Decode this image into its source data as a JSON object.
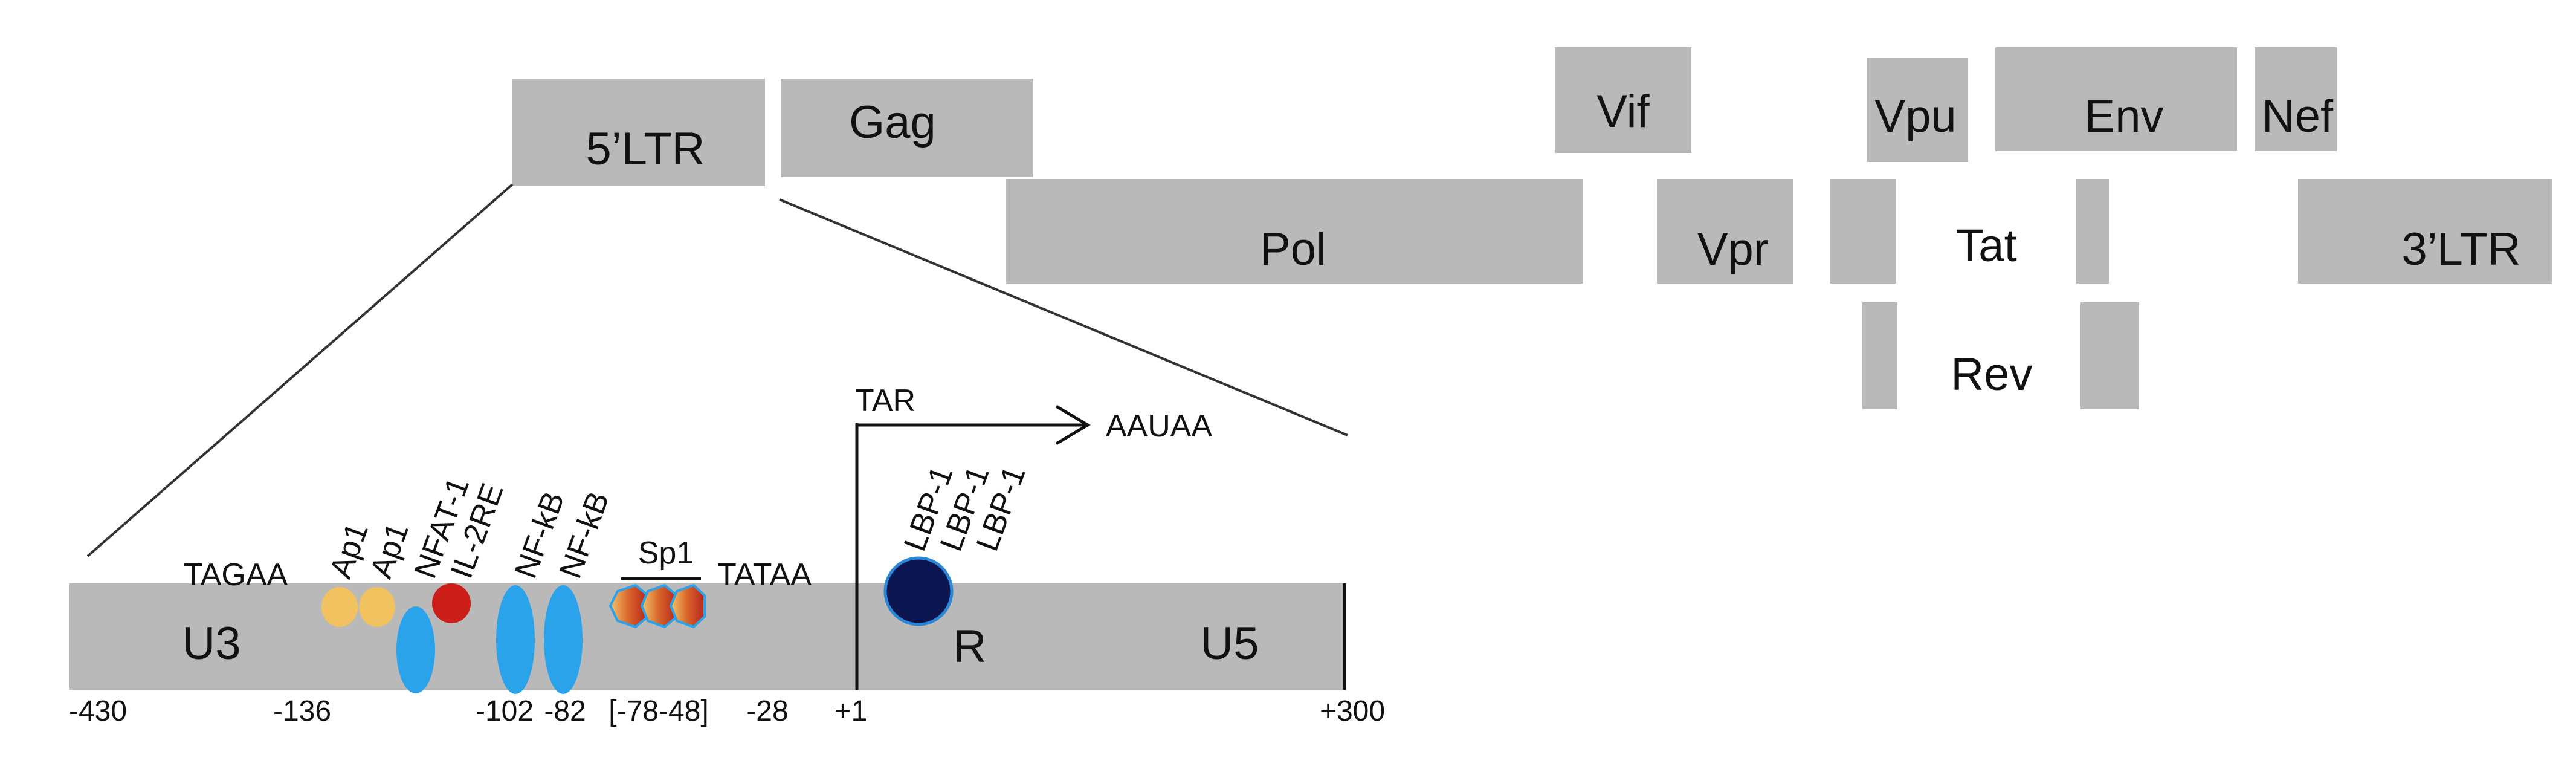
{
  "genome": {
    "genes": [
      {
        "key": "ltr5",
        "label": "5’LTR"
      },
      {
        "key": "gag",
        "label": "Gag"
      },
      {
        "key": "pol",
        "label": "Pol"
      },
      {
        "key": "vif",
        "label": "Vif"
      },
      {
        "key": "vpr",
        "label": "Vpr"
      },
      {
        "key": "vpu",
        "label": "Vpu"
      },
      {
        "key": "tat",
        "label": "Tat"
      },
      {
        "key": "rev",
        "label": "Rev"
      },
      {
        "key": "env",
        "label": "Env"
      },
      {
        "key": "nef",
        "label": "Nef"
      },
      {
        "key": "ltr3",
        "label": "3’LTR"
      }
    ]
  },
  "ltr_detail": {
    "segments": {
      "u3": "U3",
      "r": "R",
      "u5": "U5"
    },
    "positions": [
      "-430",
      "-136",
      "-102",
      "-82",
      "[-78-48]",
      "-28",
      "+1",
      "+300"
    ],
    "motifs": {
      "tagaa": "TAGAA",
      "tataa": "TATAA",
      "tar": "TAR",
      "aauaa": "AAUAA"
    },
    "binding_sites": {
      "ap1_a": "Ap1",
      "ap1_b": "Ap1",
      "nfat1": "NFAT-1",
      "il2re": "IL-2RE",
      "nfkb_a": "NF-kB",
      "nfkb_b": "NF-kB",
      "sp1": "Sp1",
      "lbp1_a": "LBP-1",
      "lbp1_b": "LBP-1",
      "lbp1_c": "LBP-1"
    }
  },
  "colors": {
    "gene_box": "#b9b9b9",
    "ap1": "#f2c260",
    "nfat": "#cc1f1a",
    "nfkb": "#2aa3ea",
    "lbp1": "#0b1550",
    "lbp1_outline": "#2a86d6",
    "sp1_light": "#f2c46a",
    "sp1_dark": "#b5241c"
  }
}
